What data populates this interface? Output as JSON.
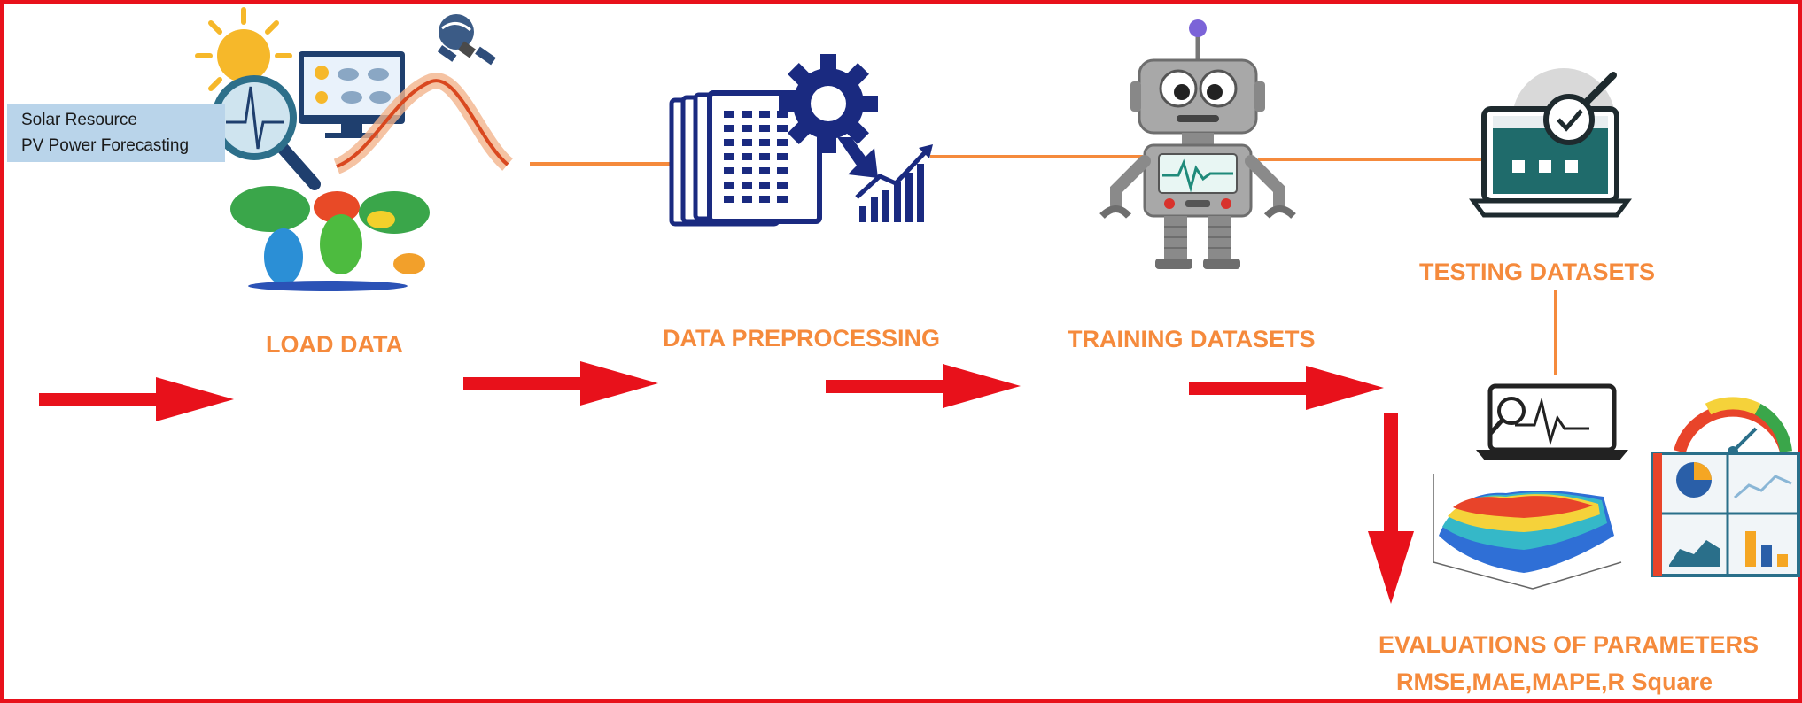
{
  "diagram": {
    "input_callout": {
      "line1": "Solar Resource",
      "line2": "PV Power Forecasting"
    },
    "stages": [
      {
        "id": "load",
        "label": "LOAD DATA"
      },
      {
        "id": "preprocess",
        "label": "DATA PREPROCESSING"
      },
      {
        "id": "training",
        "label": "TRAINING DATASETS"
      },
      {
        "id": "testing",
        "label": "TESTING DATASETS"
      },
      {
        "id": "evaluation",
        "label": "EVALUATIONS OF PARAMETERS",
        "sublabel": "RMSE,MAE,MAPE,R  Square"
      }
    ],
    "colors": {
      "border": "#e8111b",
      "arrow": "#e8111b",
      "connector": "#f58a3c",
      "label": "#f58a3c",
      "icon_navy": "#1a2a80",
      "icon_teal": "#1f6b6b"
    },
    "icons": [
      "sun-icon",
      "weather-monitor-icon",
      "satellite-icon",
      "magnifier-icon",
      "forecast-curve-icon",
      "world-map-icon",
      "documents-icon",
      "gear-icon",
      "bar-chart-icon",
      "robot-icon",
      "laptop-checklist-icon",
      "laptop-analysis-icon",
      "surface-plot-icon",
      "dashboard-icon"
    ]
  }
}
